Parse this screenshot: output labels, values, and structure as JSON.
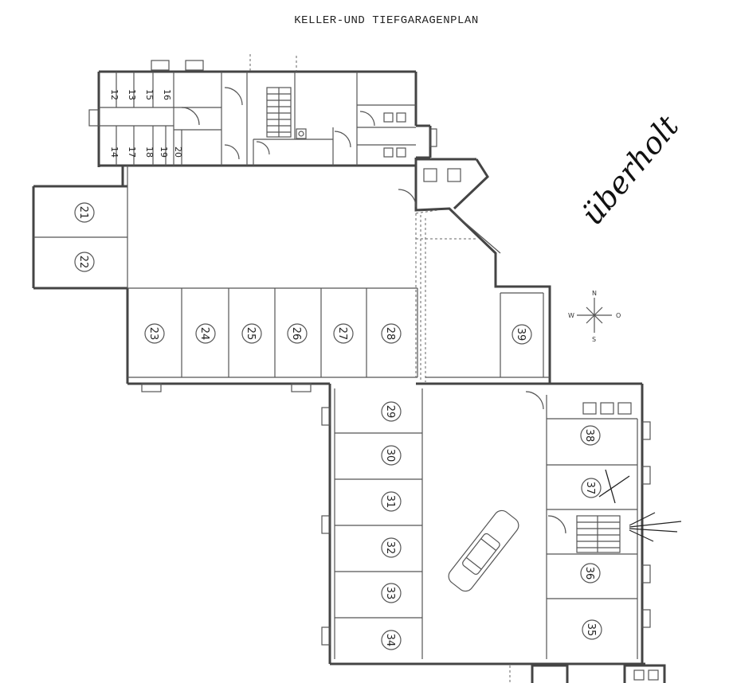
{
  "title": "KELLER-UND TIEFGARAGENPLAN",
  "handwriting": "überholt",
  "compass": {
    "n": "N",
    "s": "S",
    "w": "W",
    "o": "O"
  },
  "storage_cells": [
    "12",
    "13",
    "15",
    "16",
    "14",
    "17",
    "18",
    "19",
    "20"
  ],
  "parking_spaces": [
    "21",
    "22",
    "23",
    "24",
    "25",
    "26",
    "27",
    "28",
    "29",
    "30",
    "31",
    "32",
    "33",
    "34",
    "35",
    "36",
    "37",
    "38",
    "39"
  ]
}
